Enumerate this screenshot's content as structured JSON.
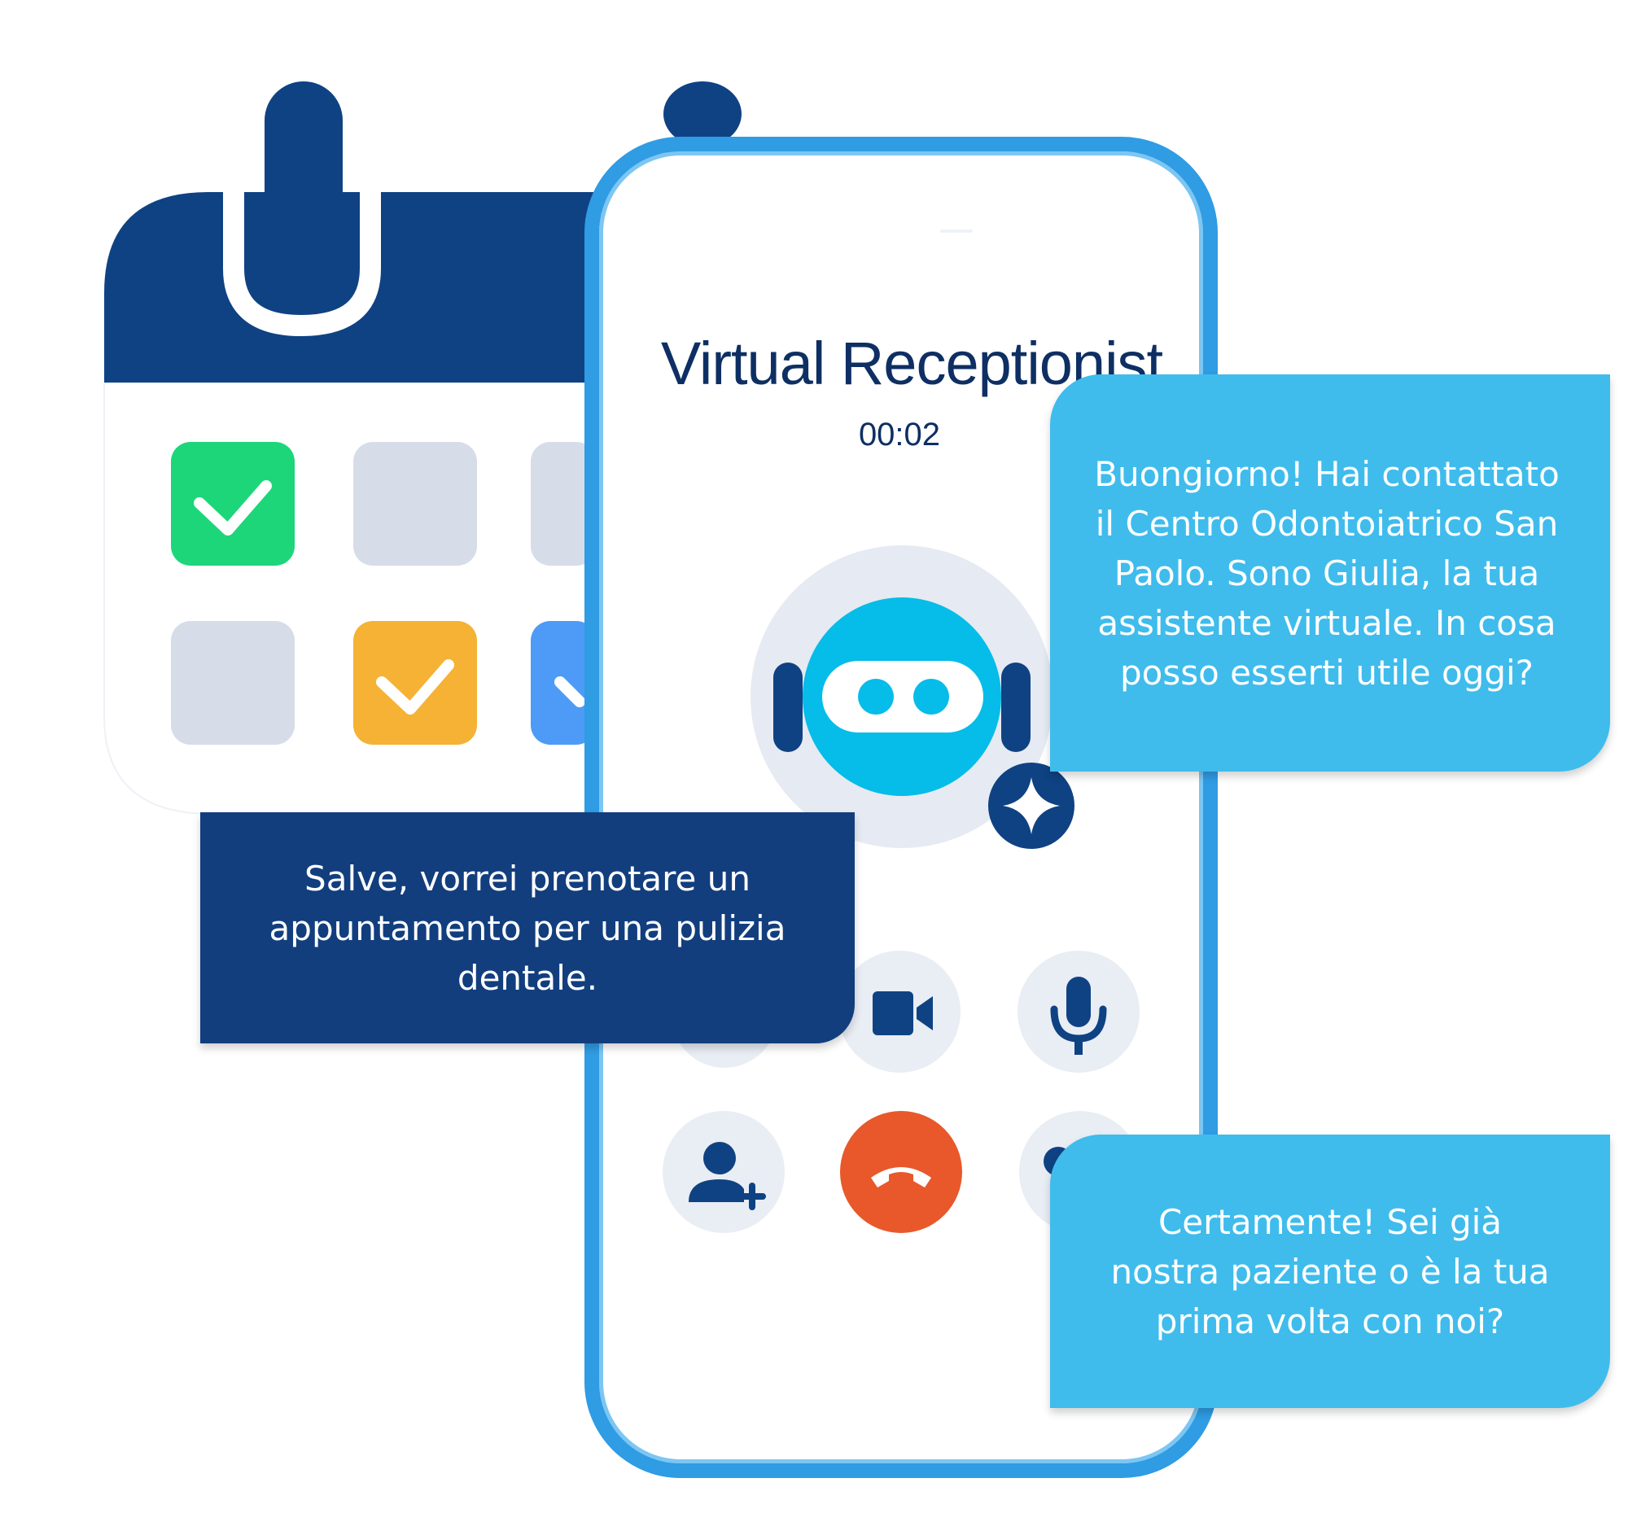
{
  "call_screen": {
    "title": "Virtual Receptionist",
    "timer": "00:02",
    "controls": [
      {
        "name": "video-button",
        "icon": "video-camera-icon"
      },
      {
        "name": "mute-button",
        "icon": "microphone-icon"
      },
      {
        "name": "add-participant-button",
        "icon": "add-person-icon"
      },
      {
        "name": "hang-up-button",
        "icon": "phone-hangup-icon"
      },
      {
        "name": "contacts-button",
        "icon": "person-icon"
      }
    ],
    "avatar": {
      "icon": "robot-icon",
      "badge_icon": "sparkle-icon"
    }
  },
  "calendar": {
    "cells": [
      {
        "status": "checked",
        "color": "#1dd67a"
      },
      {
        "status": "empty",
        "color": "#d6dde8"
      },
      {
        "status": "empty",
        "color": "#d6dde8"
      },
      {
        "status": "empty",
        "color": "#d6dde8"
      },
      {
        "status": "checked",
        "color": "#f5b235"
      },
      {
        "status": "checked",
        "color": "#4d9bf6"
      }
    ]
  },
  "messages": [
    {
      "sender": "assistant",
      "text": "Buongiorno! Hai contattato il Centro Odontoiatrico San Paolo. Sono Giulia, la tua assistente virtuale. In cosa posso esserti utile oggi?"
    },
    {
      "sender": "user",
      "text": "Salve, vorrei prenotare un appuntamento per una pulizia dentale."
    },
    {
      "sender": "assistant",
      "text": "Certamente! Sei già nostra paziente o è la tua prima volta con noi?"
    }
  ],
  "colors": {
    "navy": "#0f4283",
    "phone_border": "#2f9ce3",
    "bot_bubble": "#3fbcec",
    "user_bubble": "#123e7e",
    "hangup": "#e8582a"
  }
}
